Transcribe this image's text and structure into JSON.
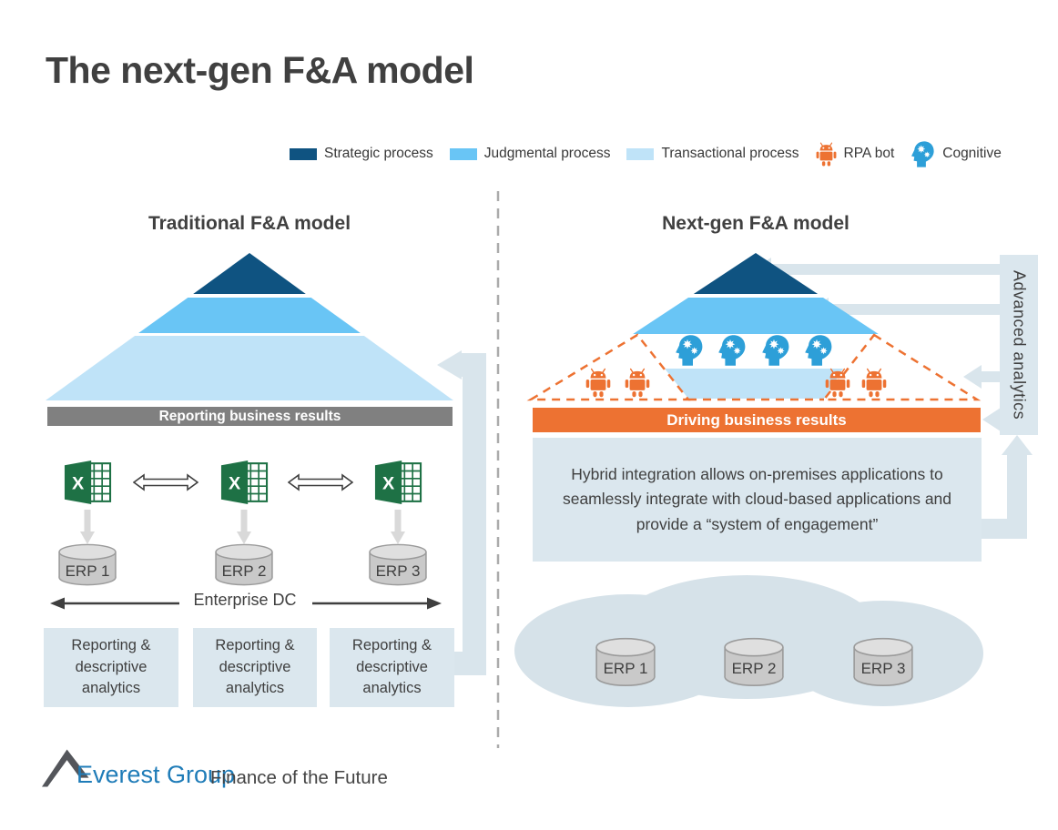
{
  "title": "The next-gen F&A model",
  "legend": {
    "items": [
      {
        "label": "Strategic process",
        "icon": "strategic-swatch",
        "color": "#0F5381"
      },
      {
        "label": "Judgmental process",
        "icon": "judgmental-swatch",
        "color": "#69C5F5"
      },
      {
        "label": "Transactional process",
        "icon": "transactional-swatch",
        "color": "#BFE3F8"
      },
      {
        "label": "RPA bot",
        "icon": "rpa-bot-icon",
        "color": "#ED7232"
      },
      {
        "label": "Cognitive",
        "icon": "cognitive-icon",
        "color": "#2D9FD8"
      }
    ]
  },
  "left": {
    "heading": "Traditional F&A model",
    "results_bar": "Reporting business results",
    "erp": [
      "ERP 1",
      "ERP 2",
      "ERP 3"
    ],
    "enterprise_dc": "Enterprise DC",
    "analytics_boxes": [
      "Reporting & descriptive analytics",
      "Reporting & descriptive analytics",
      "Reporting & descriptive analytics"
    ]
  },
  "right": {
    "heading": "Next-gen F&A model",
    "results_bar": "Driving business results",
    "hybrid_text": "Hybrid integration allows on-premises applications to seamlessly integrate with cloud-based applications and provide  a “system of engagement”",
    "erp": [
      "ERP 1",
      "ERP 2",
      "ERP 3"
    ],
    "advanced_analytics": "Advanced analytics"
  },
  "footer": {
    "brand": "Everest Group",
    "tagline": "Finance of the Future"
  },
  "colors": {
    "dark-blue": "#0F5381",
    "mid-blue": "#69C5F5",
    "light-blue": "#BFE3F8",
    "gray-bar": "#808080",
    "orange": "#ED7232",
    "panel": "#DBE7EE",
    "panel-arrow": "#D9E5EC",
    "cloud": "#D6E2E9",
    "excel-green": "#1E7145",
    "robot-orange": "#ED7232",
    "cognitive-blue": "#2D9FD8",
    "brand-blue": "#1F7CB8"
  }
}
